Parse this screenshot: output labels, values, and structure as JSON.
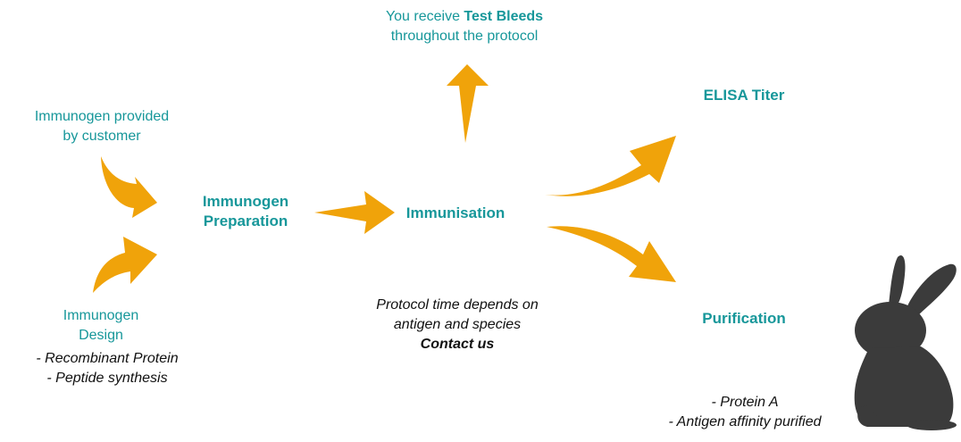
{
  "colors": {
    "teal": "#17979a",
    "arrow": "#f0a30a",
    "rabbit": "#3b3b3b",
    "text": "#111111"
  },
  "test_bleeds": {
    "prefix": "You receive ",
    "bold": "Test Bleeds",
    "line2": "throughout the protocol"
  },
  "immunogen_provided": {
    "line1": "Immunogen provided",
    "line2": "by customer"
  },
  "immunogen_design": {
    "line1": "Immunogen",
    "line2": "Design",
    "options": [
      "- Recombinant Protein",
      "- Peptide synthesis"
    ]
  },
  "immunogen_preparation": {
    "line1": "Immunogen",
    "line2": "Preparation"
  },
  "immunisation": {
    "label": "Immunisation"
  },
  "protocol_note": {
    "line1": "Protocol time depends on",
    "line2": "antigen and species",
    "contact": "Contact us"
  },
  "elisa": {
    "label": "ELISA Titer"
  },
  "purification": {
    "label": "Purification",
    "options": [
      "- Protein A",
      "- Antigen affinity purified"
    ]
  },
  "icons": {
    "rabbit": "rabbit-silhouette-icon"
  }
}
